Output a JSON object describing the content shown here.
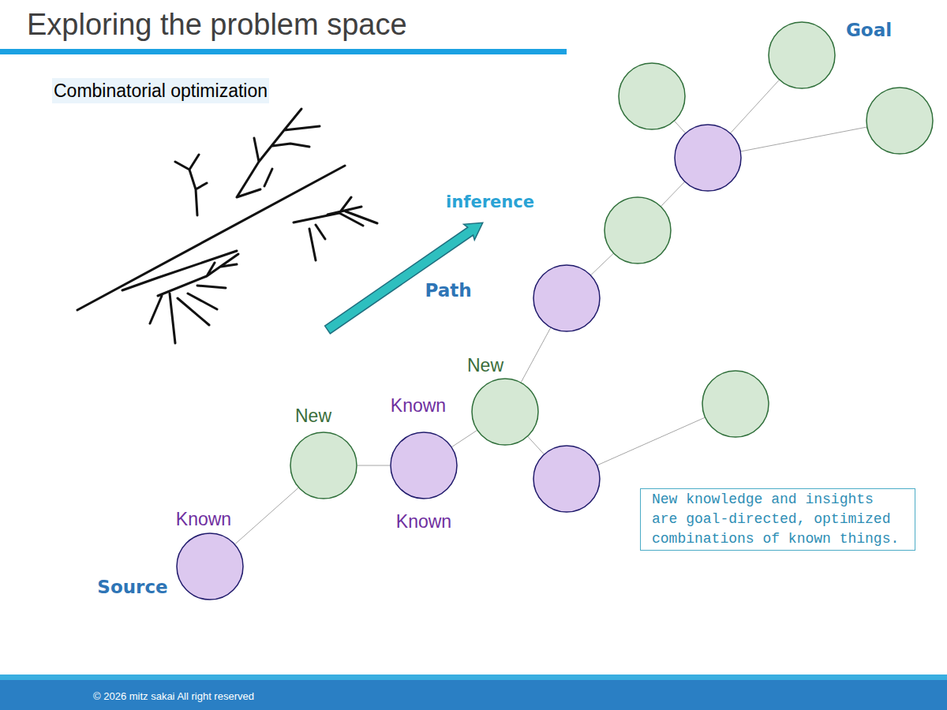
{
  "diagram": {
    "title": "Exploring the problem space",
    "nodes": [
      {
        "text": [
          "Goal"
        ]
      },
      {
        "text": [
          "New"
        ]
      },
      {
        "text": [
          "New"
        ]
      },
      {
        "text": [
          "Known",
          "Known"
        ]
      },
      {
        "text": [
          "New knowledge and insights are goal-directed, optimized combinations of known things."
        ]
      },
      {
        "text": [
          "Known",
          "Source"
        ]
      }
    ],
    "edges": [
      {
        "from": 5,
        "to": 2,
        "arrow": "none"
      },
      {
        "from": 2,
        "to": 3,
        "arrow": "none"
      },
      {
        "from": 3,
        "to": 1,
        "arrow": "none"
      }
    ],
    "labels": [
      "Combinatorial optimization",
      "inference",
      "Path",
      "© 2026 mitz sakai All right reserved"
    ]
  }
}
